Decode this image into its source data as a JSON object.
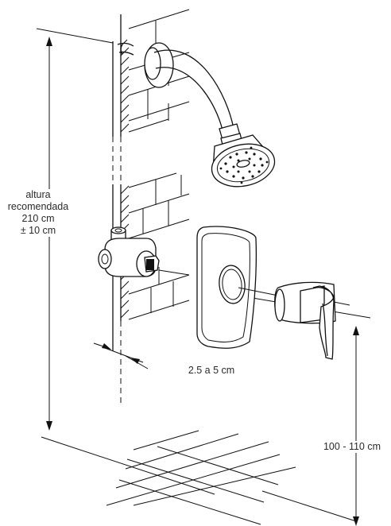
{
  "labels": {
    "height_line1": "altura",
    "height_line2": "recomendada",
    "height_line3": "210 cm",
    "height_line4": "± 10 cm",
    "wall_gap": "2.5 a 5 cm",
    "valve_height": "100 - 110 cm"
  },
  "colors": {
    "stroke": "#111111",
    "text": "#2a2a2a",
    "background": "#ffffff"
  }
}
